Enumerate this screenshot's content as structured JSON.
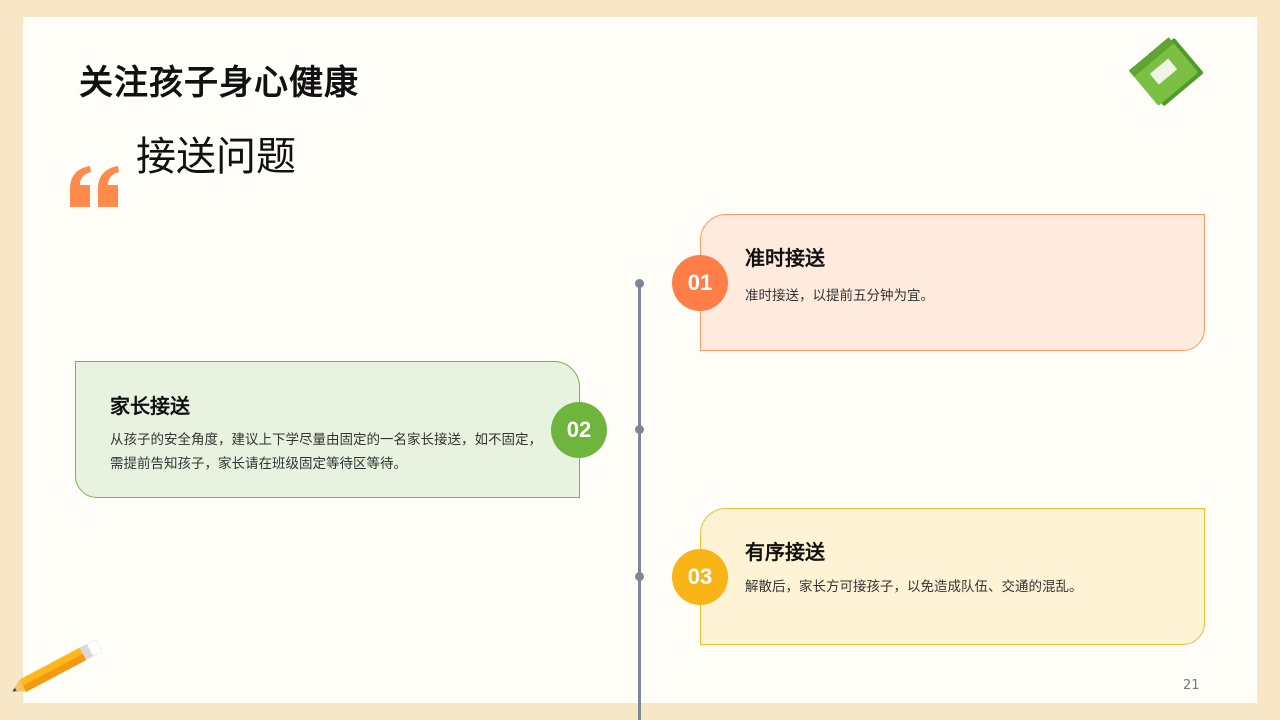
{
  "header": {
    "title": "关注孩子身心健康",
    "quote_icon": "quote-mark-icon",
    "subtitle": "接送问题"
  },
  "items": [
    {
      "number": "01",
      "title": "准时接送",
      "text": "准时接送，以提前五分钟为宜。",
      "color": "#ff7e47"
    },
    {
      "number": "02",
      "title": "家长接送",
      "text_line1": "从孩子的安全角度，建议上下学尽量由固定的一名家长接送，如不固定，",
      "text_line2": "需提前告知孩子，家长请在班级固定等待区等待。",
      "color": "#6db53c"
    },
    {
      "number": "03",
      "title": "有序接送",
      "text": "解散后，家长方可接孩子，以免造成队伍、交通的混乱。",
      "color": "#f9b418"
    }
  ],
  "decorations": {
    "book_icon": "notebook-icon",
    "pencil_icon": "pencil-icon"
  },
  "page_number": "21"
}
